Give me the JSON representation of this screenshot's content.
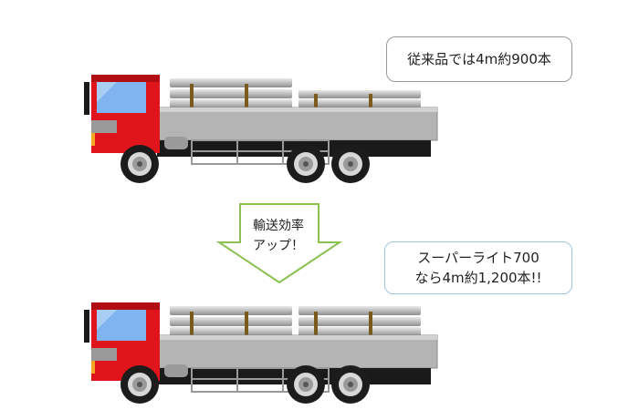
{
  "callouts": {
    "top": {
      "line1": "従来品では4m約900本"
    },
    "bottom": {
      "line1": "スーパーライト700",
      "line2": "なら4m約1,200本!!"
    }
  },
  "arrow": {
    "line1": "輸送効率",
    "line2": "アップ！"
  },
  "colors": {
    "cab": "#e0141b",
    "cab_shadow": "#b20d12",
    "window": "#7fb4f0",
    "bed": "#b4b4b4",
    "chassis": "#1a1a1a",
    "pipe": "#c7c7c7",
    "arrow_stroke": "#8cc152"
  }
}
